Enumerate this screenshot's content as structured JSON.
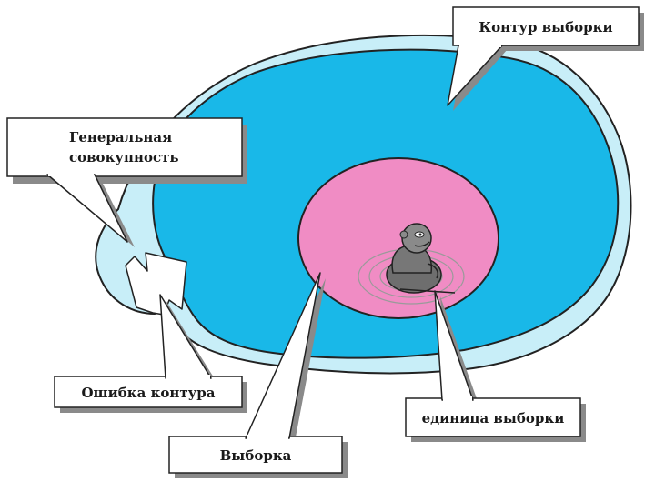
{
  "labels": {
    "sampling_frame": "Контур выборки",
    "general_population_line1": "Генеральная",
    "general_population_line2": "совокупность",
    "frame_error": "Ошибка контура",
    "sample": "Выборка",
    "sample_unit": "единица выборки"
  },
  "colors": {
    "population_fill": "#c8eef8",
    "frame_fill": "#19b8e8",
    "sample_fill": "#f08cc4",
    "outline": "#222222",
    "callout_fill": "#ffffff",
    "callout_shadow": "#8a8a8a",
    "figure_fill": "#6e6e6e"
  },
  "icons": {
    "sample_unit_figure": "seated-person-icon"
  }
}
